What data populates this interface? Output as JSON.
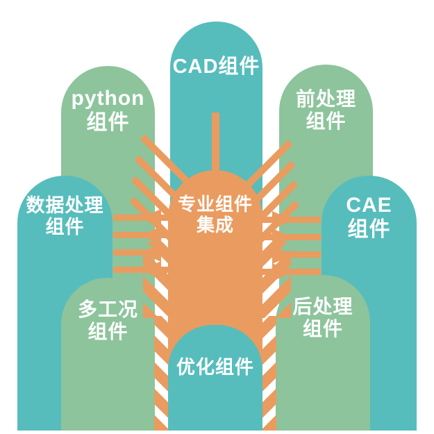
{
  "diagram_title": "专业组件集成",
  "colors": {
    "teal": "#56BDBC",
    "green": "#8DC49C",
    "orange": "#EA9B5F",
    "background": "#FFFFFF",
    "label": "#FFFFFF"
  },
  "center": {
    "line1": "专业组件",
    "line2": "集成"
  },
  "pills": {
    "cad": {
      "label": "CAD组件"
    },
    "python": {
      "line1": "python",
      "line2": "组件"
    },
    "preprocess": {
      "line1": "前处理",
      "line2": "组件"
    },
    "data_processing": {
      "line1": "数据处理",
      "line2": "组件"
    },
    "cae": {
      "line1": "CAE",
      "line2": "组件"
    },
    "multi_condition": {
      "line1": "多工况",
      "line2": "组件"
    },
    "postprocess": {
      "line1": "后处理",
      "line2": "组件"
    },
    "optimization": {
      "label": "优化组件"
    }
  }
}
